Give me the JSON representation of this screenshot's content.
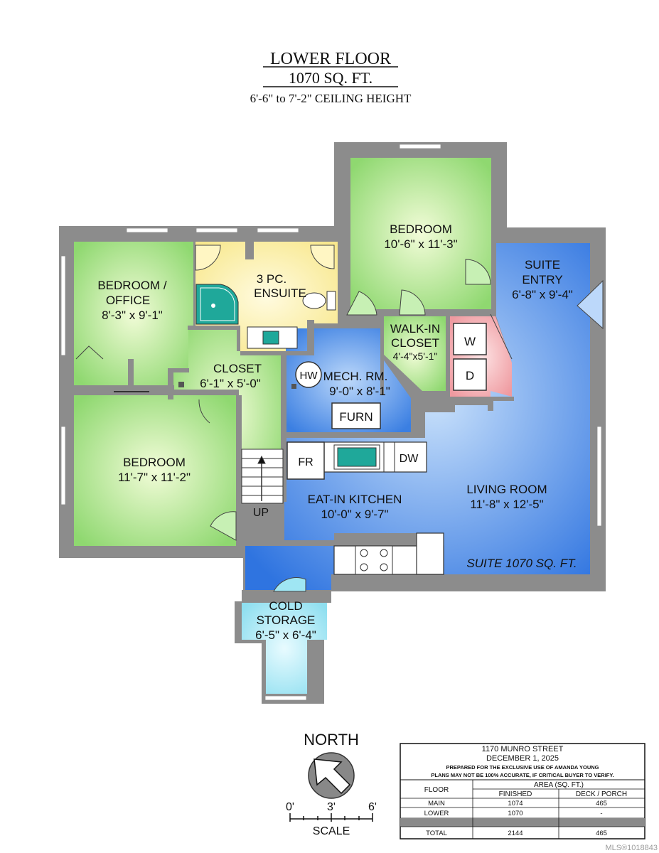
{
  "header": {
    "title": "LOWER FLOOR",
    "area": "1070 SQ. FT.",
    "ceiling": "6'-6\" to 7'-2\" CEILING HEIGHT"
  },
  "rooms": {
    "bedroom_upper_name": "BEDROOM",
    "bedroom_upper_dims": "10'-6\" x 11'-3\"",
    "ensuite_name_1": "3 PC.",
    "ensuite_name_2": "ENSUITE",
    "office_name_1": "BEDROOM /",
    "office_name_2": "OFFICE",
    "office_dims": "8'-3\" x 9'-1\"",
    "suite_entry_name_1": "SUITE",
    "suite_entry_name_2": "ENTRY",
    "suite_entry_dims": "6'-8\" x 9'-4\"",
    "walkin_name_1": "WALK-IN",
    "walkin_name_2": "CLOSET",
    "walkin_dims": "4'-4\"x5'-1\"",
    "closet_name": "CLOSET",
    "closet_dims": "6'-1\" x 5'-0\"",
    "mech_name": "MECH. RM.",
    "mech_dims": "9'-0\" x 8'-1\"",
    "bedroom_lower_name": "BEDROOM",
    "bedroom_lower_dims": "11'-7\" x 11'-2\"",
    "kitchen_name": "EAT-IN KITCHEN",
    "kitchen_dims": "10'-0\" x 9'-7\"",
    "living_name": "LIVING ROOM",
    "living_dims": "11'-8\" x 12'-5\"",
    "suite_area": "SUITE 1070 SQ. FT.",
    "cold_name_1": "COLD",
    "cold_name_2": "STORAGE",
    "cold_dims": "6'-5\" x 6'-4\""
  },
  "fixtures": {
    "washer": "W",
    "dryer": "D",
    "hot_water": "HW",
    "furnace": "FURN",
    "fridge": "FR",
    "dishwasher": "DW",
    "stairs_up": "UP"
  },
  "compass": {
    "label": "NORTH",
    "scale_0": "0'",
    "scale_3": "3'",
    "scale_6": "6'",
    "scale_label": "SCALE"
  },
  "info_table": {
    "address": "1170 MUNRO STREET",
    "date": "DECEMBER 1, 2025",
    "note_1": "PREPARED FOR THE EXCLUSIVE USE OF AMANDA YOUNG",
    "note_2": "PLANS MAY NOT BE 100% ACCURATE, IF CRITICAL BUYER TO VERIFY.",
    "col_floor": "FLOOR",
    "col_area": "AREA (SQ. FT.)",
    "col_finished": "FINISHED",
    "col_deck": "DECK / PORCH",
    "rows": [
      {
        "floor": "MAIN",
        "finished": "1074",
        "deck": "465"
      },
      {
        "floor": "LOWER",
        "finished": "1070",
        "deck": "-"
      }
    ],
    "total_label": "TOTAL",
    "total_finished": "2144",
    "total_deck": "465"
  },
  "watermark": "MLS®1018843",
  "colors": {
    "wall": "#8c8c8c",
    "green": "#9ae07e",
    "yellow": "#fbf0a6",
    "blue": "#3f88e6",
    "pink": "#f3a6aa",
    "cyan": "#9fe6f3",
    "teal": "#1fa89a"
  }
}
